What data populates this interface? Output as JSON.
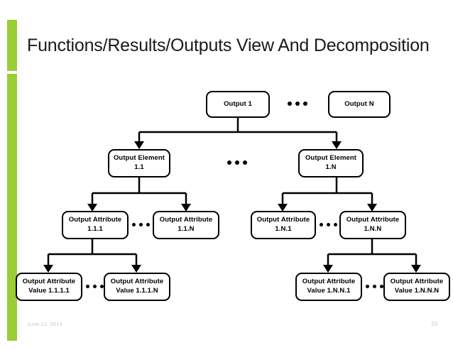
{
  "slide": {
    "title": "Functions/Results/Outputs View And Decomposition",
    "accent_color": "#9ACD36",
    "background_color": "#FFFFFF",
    "footer": {
      "date": "June 12, 2014",
      "page_number": "23"
    }
  },
  "diagram": {
    "type": "tree-decomposition",
    "levels": [
      {
        "name": "outputs",
        "nodes": [
          {
            "id": "output-1",
            "label": "Output 1"
          },
          {
            "id": "output-n",
            "label": "Output N"
          }
        ],
        "ellipsis_between": true
      },
      {
        "name": "output-elements",
        "nodes": [
          {
            "id": "output-element-1-1",
            "line1": "Output Element",
            "line2": "1.1"
          },
          {
            "id": "output-element-1-n",
            "line1": "Output Element",
            "line2": "1.N"
          }
        ],
        "ellipsis_between": true
      },
      {
        "name": "output-attributes",
        "nodes": [
          {
            "id": "output-attribute-1-1-1",
            "line1": "Output Attribute",
            "line2": "1.1.1"
          },
          {
            "id": "output-attribute-1-1-n",
            "line1": "Output Attribute",
            "line2": "1.1.N"
          },
          {
            "id": "output-attribute-1-n-1",
            "line1": "Output Attribute",
            "line2": "1.N.1"
          },
          {
            "id": "output-attribute-1-n-n",
            "line1": "Output Attribute",
            "line2": "1.N.N"
          }
        ],
        "ellipsis_between": true
      },
      {
        "name": "output-attribute-values",
        "nodes": [
          {
            "id": "output-attribute-value-1-1-1-1",
            "line1": "Output Attribute",
            "line2": "Value 1.1.1.1"
          },
          {
            "id": "output-attribute-value-1-1-1-n",
            "line1": "Output Attribute",
            "line2": "Value 1.1.1.N"
          },
          {
            "id": "output-attribute-value-1-n-n-1",
            "line1": "Output Attribute",
            "line2": "Value 1.N.N.1"
          },
          {
            "id": "output-attribute-value-1-n-n-n",
            "line1": "Output Attribute",
            "line2": "Value 1.N.N.N"
          }
        ],
        "ellipsis_between": true
      }
    ]
  }
}
